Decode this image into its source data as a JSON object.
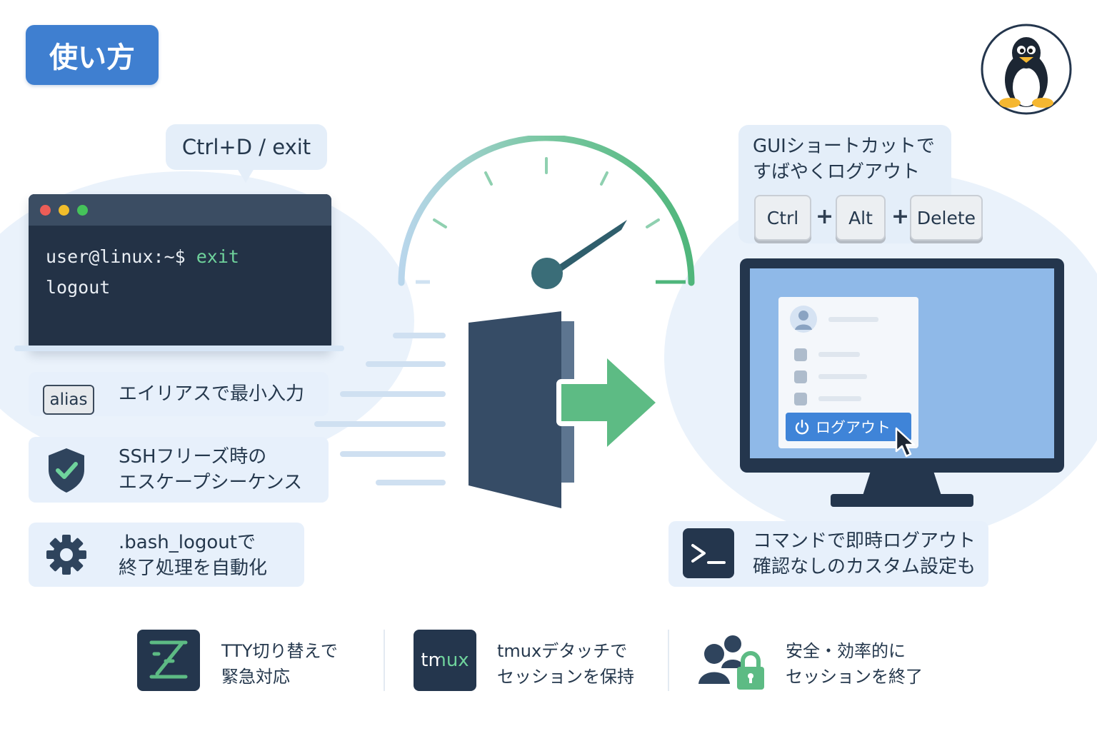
{
  "title": "使い方",
  "left": {
    "bubble": "Ctrl+D / exit",
    "terminal": {
      "prompt": "user@linux:~$",
      "command": "exit",
      "output": "logout"
    },
    "features": [
      {
        "icon": "alias-key-icon",
        "key": "alias",
        "text": "エイリアスで最小入力"
      },
      {
        "icon": "shield-check-icon",
        "line1": "SSHフリーズ時の",
        "line2": "エスケープシーケンス"
      },
      {
        "icon": "gear-icon",
        "line1": ".bash_logoutで",
        "line2": "終了処理を自動化"
      }
    ]
  },
  "right": {
    "bubble": {
      "line1": "GUIショートカットで",
      "line2": "すばやくログアウト"
    },
    "keys": [
      "Ctrl",
      "Alt",
      "Delete"
    ],
    "plus": "+",
    "logout_button": "ログアウト",
    "feature": {
      "icon": "terminal-prompt-icon",
      "line1": "コマンドで即時ログアウト",
      "line2": "確認なしのカスタム設定も"
    }
  },
  "bottom": [
    {
      "icon": "tty-switch-icon",
      "line1": "TTY切り替えで",
      "line2": "緊急対応"
    },
    {
      "icon": "tmux-icon",
      "label": "tmux",
      "line1": "tmuxデタッチで",
      "line2": "セッションを保持"
    },
    {
      "icon": "users-lock-icon",
      "line1": "安全・効率的に",
      "line2": "セッションを終了"
    }
  ],
  "colors": {
    "accent": "#3f7fd0",
    "dark": "#24364d",
    "green": "#5dbb84"
  }
}
